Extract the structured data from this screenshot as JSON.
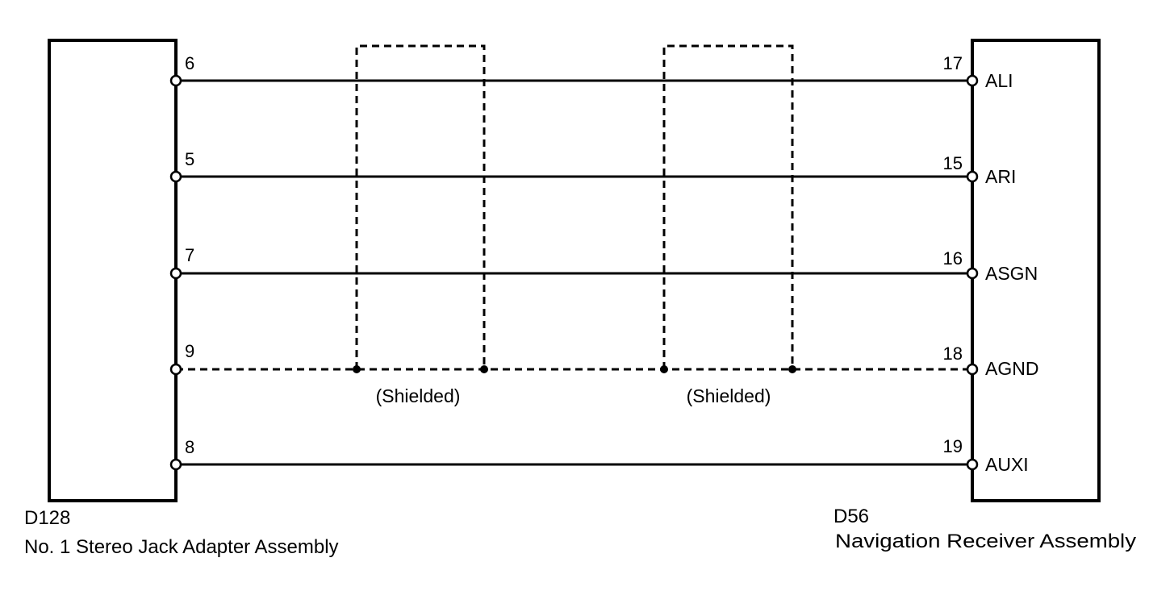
{
  "left_component": {
    "code": "D128",
    "name": "No. 1 Stereo Jack Adapter Assembly"
  },
  "right_component": {
    "code": "D56",
    "name": "Navigation Receiver Assembly"
  },
  "wires": [
    {
      "left_pin": "6",
      "right_pin": "17",
      "signal": "ALI",
      "shielded": false
    },
    {
      "left_pin": "5",
      "right_pin": "15",
      "signal": "ARI",
      "shielded": false
    },
    {
      "left_pin": "7",
      "right_pin": "16",
      "signal": "ASGN",
      "shielded": false
    },
    {
      "left_pin": "9",
      "right_pin": "18",
      "signal": "AGND",
      "shielded": true
    },
    {
      "left_pin": "8",
      "right_pin": "19",
      "signal": "AUXI",
      "shielded": false
    }
  ],
  "shields": [
    {
      "label": "(Shielded)"
    },
    {
      "label": "(Shielded)"
    }
  ]
}
